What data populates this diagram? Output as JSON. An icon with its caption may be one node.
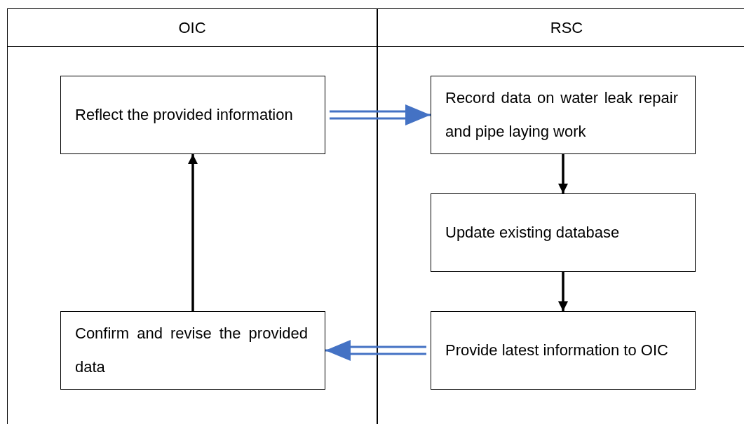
{
  "diagram": {
    "nodes": [
      {
        "text": [
          "OIC"
        ]
      },
      {
        "text": [
          "RSC"
        ]
      },
      {
        "text": [
          "Reflect the provided information"
        ],
        "in": 0
      },
      {
        "text": [
          "Record data on water leak repair and pipe laying work"
        ],
        "in": 1
      },
      {
        "text": [
          "Update existing database"
        ],
        "in": 1
      },
      {
        "text": [
          "Provide latest information to OIC"
        ],
        "in": 1
      },
      {
        "text": [
          "Confirm and revise the provided data"
        ],
        "in": 0
      }
    ],
    "edges": [
      {
        "from": 2,
        "to": 3,
        "arrow": "to",
        "color": "#4472c4"
      },
      {
        "from": 3,
        "to": 4,
        "arrow": "to"
      },
      {
        "from": 4,
        "to": 5,
        "arrow": "to"
      },
      {
        "from": 5,
        "to": 6,
        "arrow": "to",
        "color": "#4472c4"
      },
      {
        "from": 6,
        "to": 2,
        "arrow": "to"
      }
    ]
  }
}
